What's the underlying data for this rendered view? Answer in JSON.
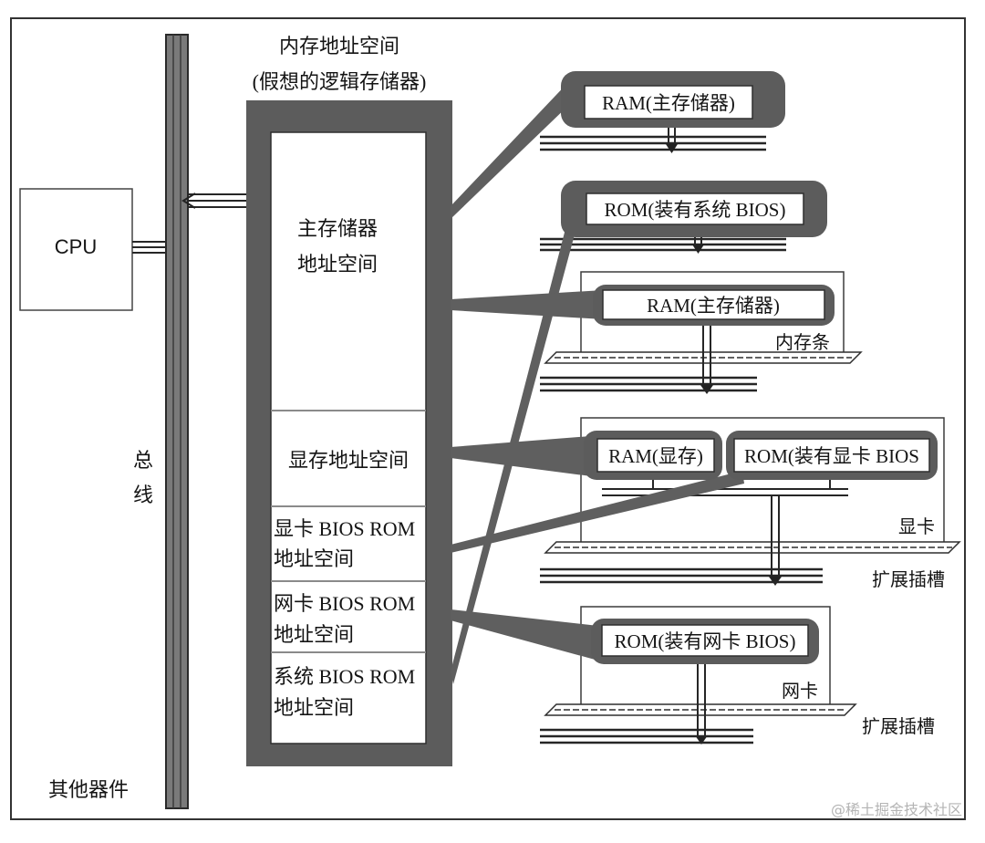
{
  "diagram": {
    "cpu": "CPU",
    "bus_label": [
      "总",
      "线"
    ],
    "other_devices": "其他器件",
    "memory_space": {
      "title": "内存地址空间",
      "subtitle": "(假想的逻辑存储器)",
      "sections": [
        {
          "lines": [
            "主存储器",
            "地址空间"
          ]
        },
        {
          "lines": [
            "显存地址空间"
          ]
        },
        {
          "lines": [
            "显卡 BIOS ROM",
            "地址空间"
          ]
        },
        {
          "lines": [
            "网卡 BIOS ROM",
            "地址空间"
          ]
        },
        {
          "lines": [
            "系统 BIOS ROM",
            "地址空间"
          ]
        }
      ]
    },
    "devices": {
      "ram_main": "RAM(主存储器)",
      "rom_system_bios": "ROM(装有系统 BIOS)",
      "memory_module": {
        "chip": "RAM(主存储器)",
        "label": "内存条"
      },
      "video_card": {
        "ram": "RAM(显存)",
        "rom": "ROM(装有显卡 BIOS",
        "label": "显卡",
        "slot": "扩展插槽"
      },
      "network_card": {
        "rom": "ROM(装有网卡 BIOS)",
        "label": "网卡",
        "slot": "扩展插槽"
      }
    },
    "watermark": "@稀土掘金技术社区",
    "colors": {
      "border_gray": "#5c5c5c",
      "line": "#262626"
    }
  }
}
